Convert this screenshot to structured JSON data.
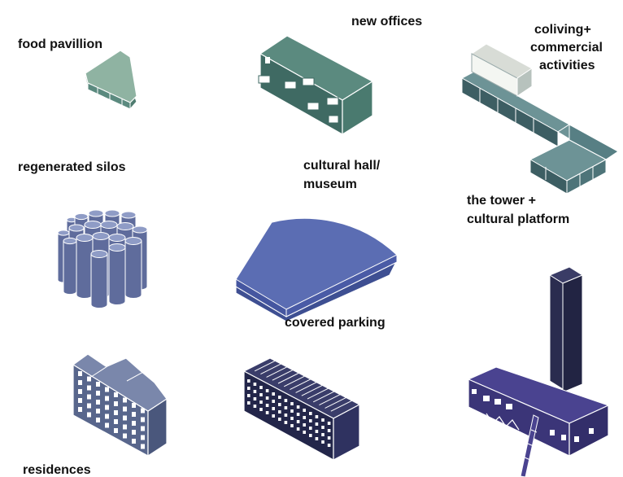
{
  "labels": {
    "food_pavilion": "food pavillion",
    "new_offices": "new offices",
    "coliving": [
      "coliving+",
      "commercial",
      "activities"
    ],
    "regenerated_silos": "regenerated silos",
    "cultural_hall": [
      "cultural hall/",
      "museum"
    ],
    "tower": [
      "the tower +",
      "cultural platform"
    ],
    "covered_parking": "covered parking",
    "residences": "residences"
  },
  "colors": {
    "green_dark": "#3f6a63",
    "green_mid": "#5b8a7f",
    "green_light": "#8fb3a2",
    "teal_dark": "#3d5e63",
    "teal_mid": "#577f84",
    "blue_silo": "#6f7ca8",
    "blue_parking": "#5b6db3",
    "slate": "#58668c",
    "navy": "#2a2c4f",
    "indigo": "#3b3578"
  }
}
